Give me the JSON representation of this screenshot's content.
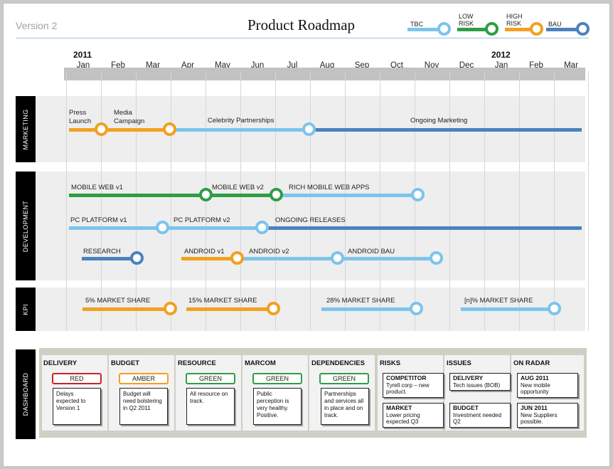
{
  "header": {
    "version": "Version 2",
    "title": "Product Roadmap"
  },
  "legend": [
    {
      "label": "TBC",
      "color": "#7cc4ec"
    },
    {
      "label": "LOW\nRISK",
      "color": "#2e9e45"
    },
    {
      "label": "HIGH\nRISK",
      "color": "#f2a020"
    },
    {
      "label": "BAU",
      "color": "#4b82bc"
    }
  ],
  "timeline": {
    "years": [
      "2011",
      "2012"
    ],
    "months": [
      "Jan",
      "Feb",
      "Mar",
      "Apr",
      "May",
      "Jun",
      "Jul",
      "Aug",
      "Sep",
      "Oct",
      "Nov",
      "Dec",
      "Jan",
      "Feb",
      "Mar"
    ]
  },
  "lanes": [
    "MARKETING",
    "DEVELOPMENT",
    "KPI",
    "DASHBOARD"
  ],
  "tracks": {
    "press_launch": "Press\nLaunch",
    "media_campaign": "Media\nCampaign",
    "celebrity": "Celebrity Partnerships",
    "ongoing_marketing": "Ongoing Marketing",
    "mobile_web_v1": "MOBILE WEB v1",
    "mobile_web_v2": "MOBILE WEB v2",
    "rich_mobile": "RICH MOBILE WEB APPS",
    "pc_v1": "PC PLATFORM  v1",
    "pc_v2": "PC PLATFORM  v2",
    "ongoing_releases": "ONGOING RELEASES",
    "research": "RESEARCH",
    "android_v1": "ANDROID v1",
    "android_v2": "ANDROID v2",
    "android_bau": "ANDROID BAU",
    "kpi1": "5% MARKET  SHARE",
    "kpi2": "15% MARKET  SHARE",
    "kpi3": "28% MARKET  SHARE",
    "kpi4": "[n]% MARKET  SHARE"
  },
  "dashboard": {
    "columns": [
      {
        "title": "DELIVERY",
        "status": "RED",
        "status_color": "#cc2222",
        "note": "Delays expected to Version 1"
      },
      {
        "title": "BUDGET",
        "status": "AMBER",
        "status_color": "#f2a020",
        "note": "Budget will need bolstering in Q2 2011"
      },
      {
        "title": "RESOURCE",
        "status": "GREEN",
        "status_color": "#2e9e45",
        "note": "All resource on track."
      },
      {
        "title": "MARCOM",
        "status": "GREEN",
        "status_color": "#2e9e45",
        "note": "Public perception is very healthy. Positive."
      },
      {
        "title": "DEPENDENCIES",
        "status": "GREEN",
        "status_color": "#2e9e45",
        "note": "Partnerships and services all in place and on track."
      }
    ],
    "lists": [
      {
        "title": "RISKS",
        "items": [
          {
            "head": "COMPETITOR",
            "body": "Tyrell corp – new product."
          },
          {
            "head": "MARKET",
            "body": "Lower pricing expected Q3"
          }
        ]
      },
      {
        "title": "ISSUES",
        "items": [
          {
            "head": "DELIVERY",
            "body": "Tech issues (BOB)"
          },
          {
            "head": "BUDGET",
            "body": "Investment needed Q2"
          }
        ]
      },
      {
        "title": "ON RADAR",
        "items": [
          {
            "head": "AUG 2011",
            "body": "New mobile opportunity"
          },
          {
            "head": "JUN 2011",
            "body": "New Suppliers possible."
          }
        ]
      }
    ]
  }
}
